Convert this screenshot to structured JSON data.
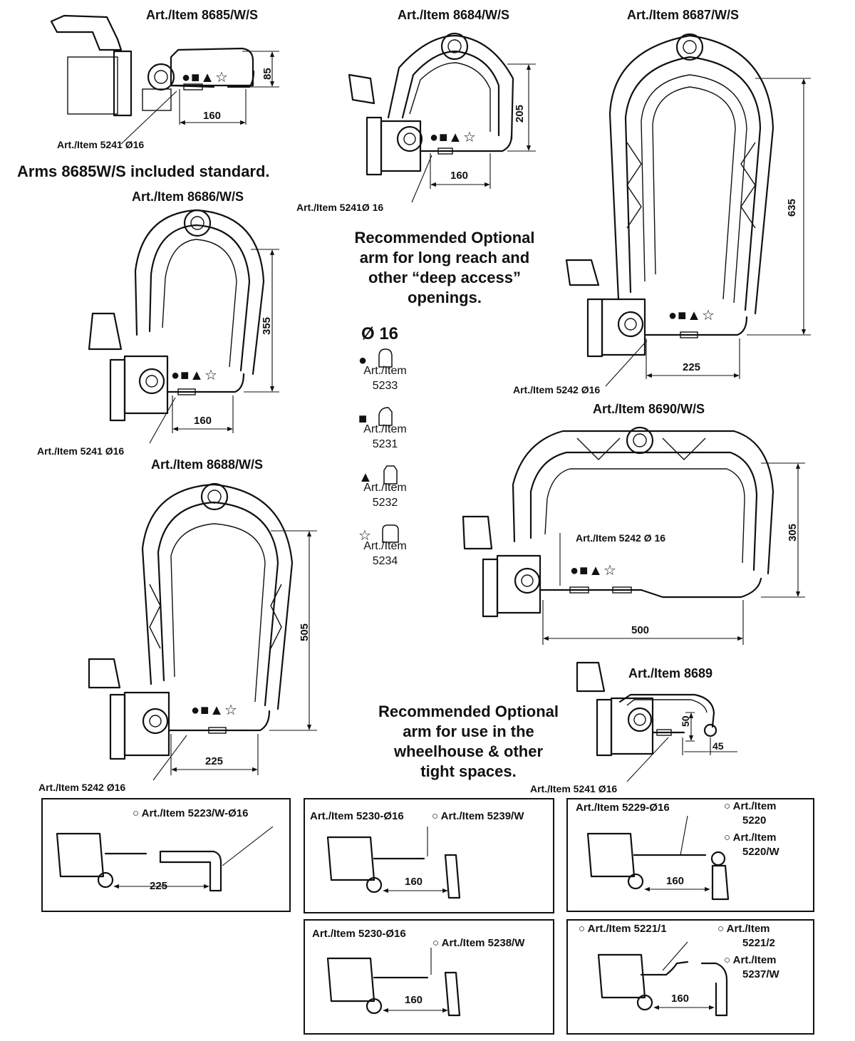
{
  "arms": {
    "a8685": {
      "title": "Art./Item 8685/W/S",
      "dim_h": "85",
      "dim_w": "160",
      "callout": "Art./Item 5241  Ø16"
    },
    "a8684": {
      "title": "Art./Item 8684/W/S",
      "dim_h": "205",
      "dim_w": "160",
      "callout": "Art./Item 5241Ø  16"
    },
    "a8687": {
      "title": "Art./Item 8687/W/S",
      "dim_h": "635",
      "dim_w": "225",
      "callout": "Art./Item 5242  Ø16"
    },
    "a8686": {
      "title": "Art./Item 8686/W/S",
      "dim_h": "355",
      "dim_w": "160",
      "callout": "Art./Item 5241  Ø16"
    },
    "a8690": {
      "title": "Art./Item 8690/W/S",
      "dim_h": "305",
      "dim_w": "500",
      "callout": "Art./Item 5242 Ø 16"
    },
    "a8688": {
      "title": "Art./Item 8688/W/S",
      "dim_h": "505",
      "dim_w": "225",
      "callout": "Art./Item 5242   Ø16"
    },
    "a8689": {
      "title": "Art./Item 8689",
      "dim_h": "50",
      "dim_w": "45",
      "callout": "Art./Item 5241   Ø16"
    }
  },
  "notes": {
    "standard": "Arms 8685W/S  included standard.",
    "deep_access": [
      "Recommended Optional",
      "arm for long reach and",
      "other “deep access”",
      "openings."
    ],
    "wheelhouse": [
      "Recommended Optional",
      "arm for use in the",
      "wheelhouse & other",
      "tight spaces."
    ]
  },
  "legend": {
    "diameter": "Ø 16",
    "items": [
      {
        "symbol": "●",
        "line1": "Art./Item",
        "line2": "5233"
      },
      {
        "symbol": "■",
        "line1": "Art./Item",
        "line2": "5231"
      },
      {
        "symbol": "▲",
        "line1": "Art./Item",
        "line2": "5232"
      },
      {
        "symbol": "☆",
        "line1": "Art./Item",
        "line2": "5234"
      }
    ],
    "symbol_row": "●■▲☆"
  },
  "boxes": {
    "b1": {
      "item": "○ Art./Item 5223/W-Ø16",
      "dim": "225"
    },
    "b2": {
      "item_left": "Art./Item 5230-Ø16",
      "item_right": "○ Art./Item 5239/W",
      "dim": "160"
    },
    "b3": {
      "item_left": "Art./Item 5229-Ø16",
      "r1a": "○ Art./Item",
      "r1b": "5220",
      "r2a": "○ Art./Item",
      "r2b": "5220/W",
      "dim": "160"
    },
    "b4": {
      "item_left": "Art./Item 5230-Ø16",
      "item_right": "○ Art./Item 5238/W",
      "dim": "160"
    },
    "b5": {
      "item_left": "○ Art./Item 5221/1",
      "r1a": "○ Art./Item",
      "r1b": "5221/2",
      "r2a": "○ Art./Item",
      "r2b": "5237/W",
      "dim": "160"
    }
  }
}
